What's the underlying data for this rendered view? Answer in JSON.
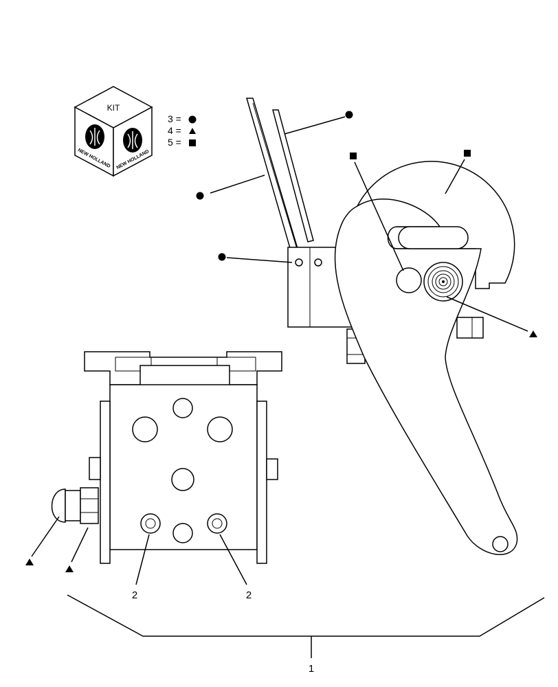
{
  "kit": {
    "label": "KIT",
    "brand": "NEW HOLLAND",
    "legend": [
      {
        "number": "3",
        "symbol": "circle",
        "text": "3 ="
      },
      {
        "number": "4",
        "symbol": "triangle",
        "text": "4 ="
      },
      {
        "number": "5",
        "symbol": "square",
        "text": "5 ="
      }
    ]
  },
  "callouts": {
    "part2_left": "2",
    "part2_right": "2",
    "assembly": "1"
  },
  "symbols": {
    "circle": "filled-circle",
    "triangle": "filled-triangle",
    "square": "filled-square"
  },
  "colors": {
    "line": "#000000",
    "background": "#ffffff"
  }
}
